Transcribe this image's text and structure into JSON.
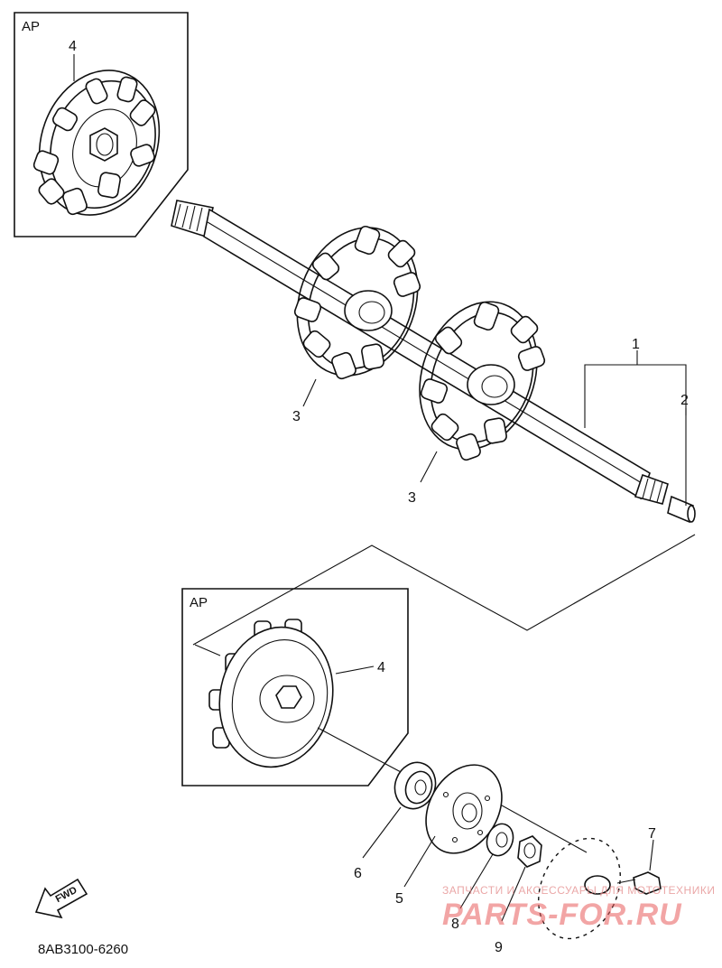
{
  "boxes": {
    "top_label": "AP",
    "mid_label": "AP"
  },
  "callouts": {
    "c1": "1",
    "c2": "2",
    "c3a": "3",
    "c3b": "3",
    "c4_top": "4",
    "c4_mid": "4",
    "c5": "5",
    "c6": "6",
    "c7": "7",
    "c8": "8",
    "c9": "9"
  },
  "fwd_label": "FWD",
  "drawing_code": "8AB3100-6260",
  "watermark": {
    "line1": "ЗАПЧАСТИ И АКСЕССУАРЫ ДЛЯ МОТОТЕХНИКИ",
    "line2": "PARTS-FOR.RU"
  },
  "colors": {
    "ink": "#111111",
    "watermark": "#e85c5c"
  }
}
